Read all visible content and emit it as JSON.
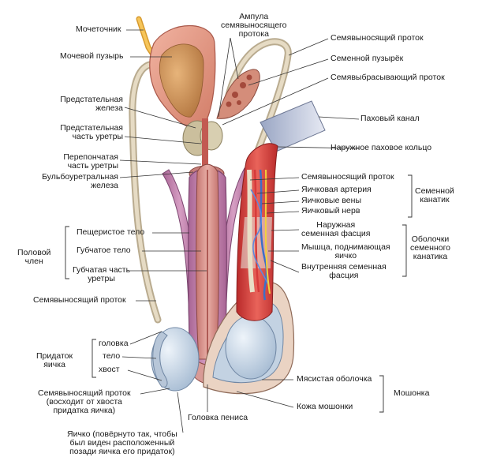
{
  "labels": {
    "urethra_top": "Мочеточник",
    "bladder": "Мочевой пузырь",
    "ampulla": "Ампула\nсемявыносящего\nпротока",
    "vas_deferens_top": "Семявыносящий проток",
    "seminal_vesicle": "Семенной пузырёк",
    "ejaculatory_duct": "Семявыбрасывающий проток",
    "prostate": "Предстательная\nжелеза",
    "prostatic_urethra": "Предстательная\nчасть уретры",
    "inguinal_canal": "Паховый канал",
    "superficial_ring": "Наружное паховое кольцо",
    "membranous_urethra": "Перепончатая\nчасть уретры",
    "bulbourethral": "Бульбоуретральная\nжелеза",
    "sc_vas": "Семявыносящий проток",
    "sc_artery": "Яичковая артерия",
    "sc_veins": "Яичковые вены",
    "sc_nerve": "Яичковый нерв",
    "spermatic_cord": "Семенной\nканатик",
    "external_fascia": "Наружная\nсеменная фасция",
    "cremaster": "Мышца, поднимающая\nяичко",
    "internal_fascia": "Внутренняя семенная\nфасция",
    "coverings": "Оболочки\nсеменного\nканатика",
    "penis": "Половой\nчлен",
    "corpus_cavernosum": "Пещеристое тело",
    "corpus_spongiosum": "Губчатое тело",
    "spongy_urethra": "Губчатая часть\nуретры",
    "vas_deferens_mid": "Семявыносящий проток",
    "epi_head": "головка",
    "epi_body": "тело",
    "epi_tail": "хвост",
    "epididymis": "Придаток\nяичка",
    "dartos": "Мясистая оболочка",
    "scrotum": "Мошонка",
    "scrotal_skin": "Кожа мошонки",
    "vas_from_tail": "Семявыносящий проток\n(восходит от хвоста\nпридатка яичка)",
    "glans": "Головка пениса",
    "testis": "Яичко (повёрнуто так, чтобы\nбыл виден расположенный\nпозади яичка его придаток)"
  },
  "colors": {
    "bladder": "#e89a86",
    "bladder_inner": "#c98a52",
    "prostate": "#cfc7a8",
    "corpus": "#c98ab4",
    "spongiosum": "#d6908a",
    "muscle": "#d9473f",
    "fascia": "#b9c9db",
    "testis": "#c6d6e6",
    "skin": "#e8d2c2",
    "vas": "#d8c7a8",
    "artery": "#d63a3a",
    "vein": "#3d6fc8",
    "nerve": "#f0d23c",
    "ureter": "#f0b13c"
  }
}
